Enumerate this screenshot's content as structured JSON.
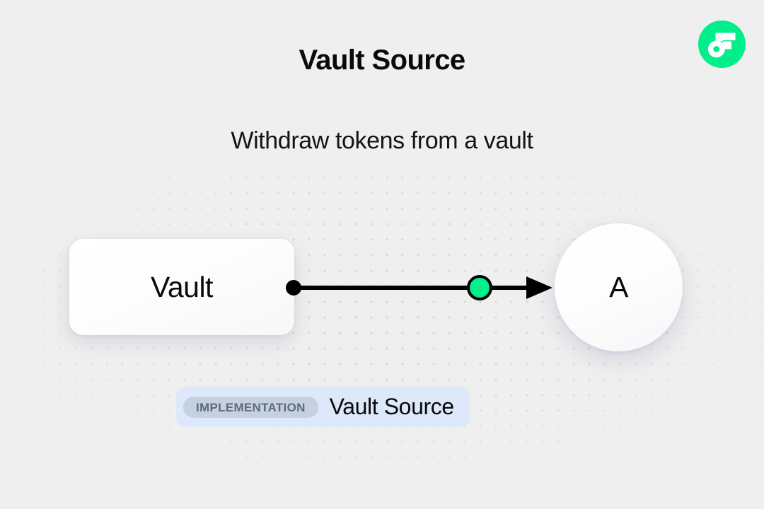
{
  "page": {
    "title": "Vault Source",
    "subtitle": "Withdraw tokens from a vault",
    "background_color": "#efefef"
  },
  "brand": {
    "logo_icon": "flow-logo-icon",
    "logo_color": "#00ef8b",
    "logo_mark_color": "#ffffff"
  },
  "diagram": {
    "type": "flow-diagram",
    "nodes": [
      {
        "id": "vault",
        "label": "Vault",
        "shape": "rounded-rectangle"
      },
      {
        "id": "a",
        "label": "A",
        "shape": "circle"
      }
    ],
    "edges": [
      {
        "from": "vault",
        "to": "a",
        "source_handle_color": "#000000",
        "midpoint_handle_color": "#00ef8b",
        "line_color": "#000000",
        "arrow_color": "#000000"
      }
    ]
  },
  "implementation": {
    "tag_label": "IMPLEMENTATION",
    "name": "Vault Source",
    "tag_background": "#c5d0e0",
    "tag_text_color": "#5f6b7a",
    "bar_background": "#dde8fb"
  }
}
